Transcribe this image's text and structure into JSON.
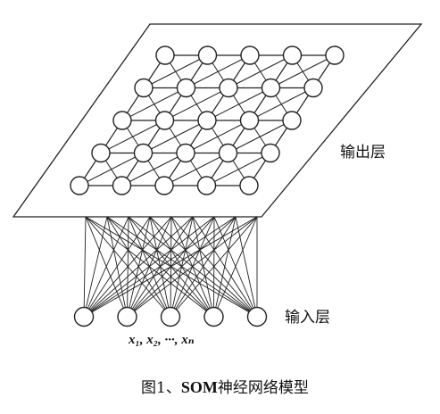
{
  "figure": {
    "output_layer_label": "输出层",
    "input_layer_label": "输入层",
    "input_variables": "x₁, x₂, ···, xₙ",
    "caption_prefix": "图1、",
    "caption_bold": "SOM",
    "caption_suffix": "神经网络模型"
  },
  "network": {
    "output_grid_rows": 5,
    "output_grid_cols": 5,
    "input_neurons": 5
  },
  "colors": {
    "line": "#222222",
    "node_fill": "#ffffff",
    "background": "#ffffff"
  }
}
